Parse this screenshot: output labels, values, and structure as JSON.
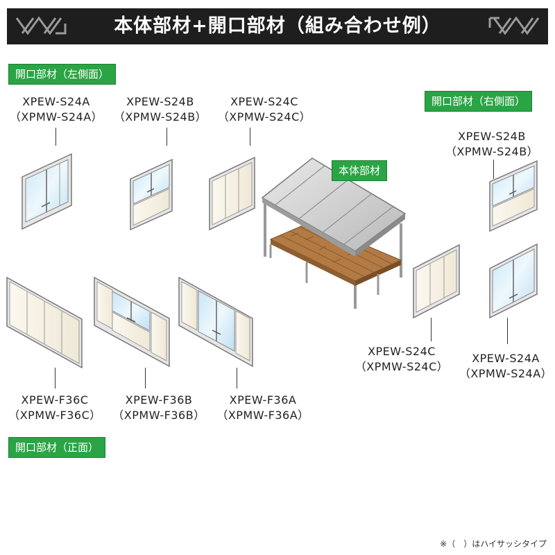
{
  "title": "本体部材+開口部材（組み合わせ例）",
  "labels": {
    "left_side": "開口部材（左側面）",
    "right_side": "開口部材（右側面）",
    "front": "開口部材（正面）",
    "main_body": "本体部材"
  },
  "codes": {
    "left_a": {
      "line1": "XPEW-S24A",
      "line2": "（XPMW-S24A）"
    },
    "left_b": {
      "line1": "XPEW-S24B",
      "line2": "（XPMW-S24B）"
    },
    "left_c": {
      "line1": "XPEW-S24C",
      "line2": "（XPMW-S24C）"
    },
    "right_b": {
      "line1": "XPEW-S24B",
      "line2": "（XPMW-S24B）"
    },
    "right_c": {
      "line1": "XPEW-S24C",
      "line2": "（XPMW-S24C）"
    },
    "right_a": {
      "line1": "XPEW-S24A",
      "line2": "（XPMW-S24A）"
    },
    "front_c": {
      "line1": "XPEW-F36C",
      "line2": "（XPMW-F36C）"
    },
    "front_b": {
      "line1": "XPEW-F36B",
      "line2": "（XPMW-F36B）"
    },
    "front_a": {
      "line1": "XPEW-F36A",
      "line2": "（XPMW-F36A）"
    }
  },
  "note": "※（　）はハイサッシタイプ",
  "colors": {
    "banner": "#1e1e1e",
    "label_green": "#2aa444",
    "frame": "#8a8a8a",
    "glass": "#d6ecf7",
    "panel_beige": "#f6f1e4",
    "deck_wood": "#b27a44"
  },
  "icons": [
    "arrows-left-decoration",
    "arrows-right-decoration"
  ]
}
